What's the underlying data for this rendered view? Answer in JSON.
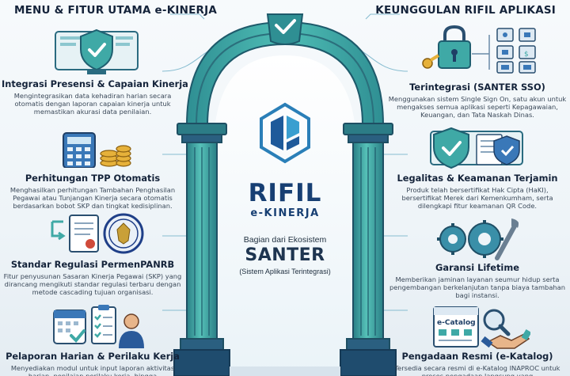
{
  "headings": {
    "left": "MENU & FITUR UTAMA e-KINERJA",
    "right": "KEUNGGULAN RIFIL APLIKASI"
  },
  "brand": {
    "title": "RIFIL",
    "subtitle": "e-KINERJA",
    "ecosystem_label": "Bagian dari Ekosistem",
    "ecosystem_name": "SANTER",
    "ecosystem_desc": "(Sistem Aplikasi Terintegrasi)"
  },
  "left_features": [
    {
      "title": "Integrasi Presensi & Capaian Kinerja",
      "desc": "Mengintegrasikan data kehadiran harian secara otomatis dengan laporan capaian kinerja untuk memastikan akurasi data penilaian.",
      "icon": "shield-check-monitor-icon"
    },
    {
      "title": "Perhitungan TPP Otomatis",
      "desc": "Menghasilkan perhitungan Tambahan Penghasilan Pegawai atau Tunjangan Kinerja secara otomatis berdasarkan bobot SKP dan tingkat kedisiplinan.",
      "icon": "calculator-coins-icon"
    },
    {
      "title": "Standar Regulasi PermenPANRB",
      "desc": "Fitur penyusunan Sasaran Kinerja Pegawai (SKP) yang dirancang mengikuti standar regulasi terbaru dengan metode cascading tujuan organisasi.",
      "icon": "document-emblem-icon"
    },
    {
      "title": "Pelaporan Harian & Perilaku Kerja",
      "desc": "Menyediakan modul untuk input laporan aktivitas harian, penilaian perilaku kerja, hingga",
      "icon": "calendar-checklist-icon"
    }
  ],
  "right_features": [
    {
      "title": "Terintegrasi (SANTER SSO)",
      "desc": "Menggunakan sistem Single Sign On, satu akun untuk mengakses semua aplikasi seperti Kepagawaian, Keuangan, dan Tata Naskah Dinas.",
      "icon": "lock-key-apps-icon"
    },
    {
      "title": "Legalitas & Keamanan Terjamin",
      "desc": "Produk telah bersertifikat Hak Cipta (HaKI), bersertifikat Merek dari Kemenkumham, serta dilengkapi fitur keamanan QR Code.",
      "icon": "shield-certificate-icon"
    },
    {
      "title": "Garansi Lifetime",
      "desc": "Memberikan jaminan layanan seumur hidup serta pengembangan berkelanjutan tanpa biaya tambahan bagi instansi.",
      "icon": "gears-wrench-icon"
    },
    {
      "title": "Pengadaan Resmi (e-Katalog)",
      "desc": "Tersedia secara resmi di e-Katalog INAPROC untuk proses pengadaan langsung yang",
      "icon": "ecatalog-handshake-icon",
      "badge": "e-Catalog"
    }
  ],
  "colors": {
    "arch_teal": "#3fa9a6",
    "arch_dark": "#1d4f6b",
    "brand_navy": "#173f73",
    "connector": "#7fb8cf"
  }
}
